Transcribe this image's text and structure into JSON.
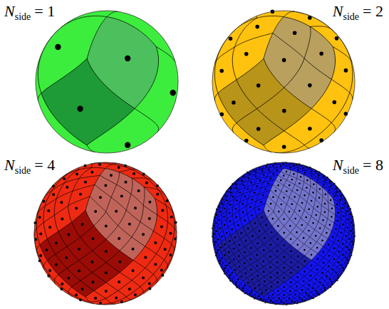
{
  "diagram": {
    "labels": [
      "N",
      "side",
      "= 1",
      "N",
      "side",
      "= 2",
      "N",
      "side",
      "= 4",
      "N",
      "side",
      "= 8"
    ]
  }
}
